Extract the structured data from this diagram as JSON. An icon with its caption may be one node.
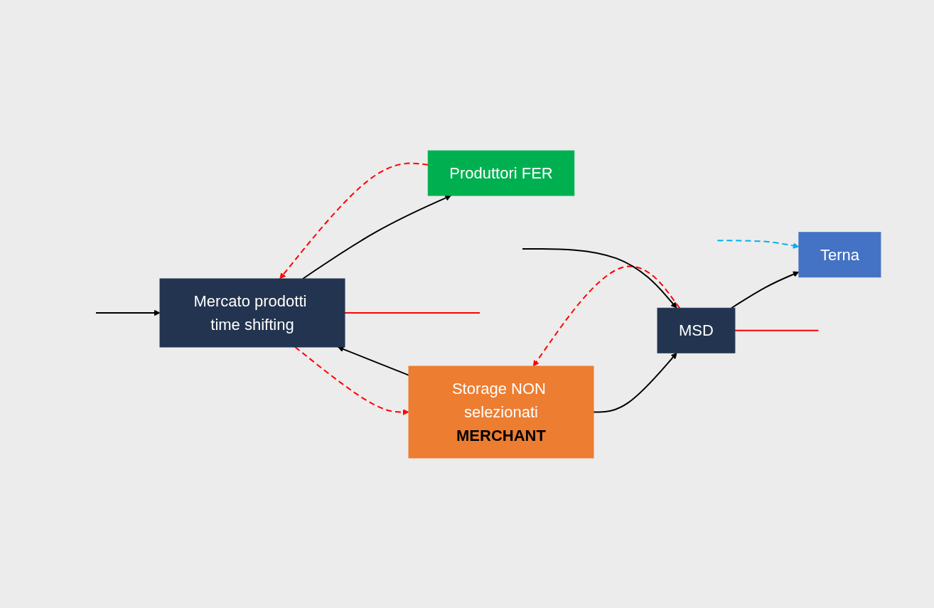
{
  "diagram": {
    "nodes": [
      {
        "text": [
          "Mercato prodotti time shifting"
        ]
      },
      {
        "text": [
          "Produttori FER"
        ]
      },
      {
        "text": [
          "MSD"
        ]
      },
      {
        "text": [
          "Terna"
        ]
      },
      {
        "text": [
          "Storage NON selezionati",
          "MERCHANT"
        ]
      }
    ],
    "edges": [
      {
        "from": 1,
        "to": 0,
        "arrow": "to",
        "style": "dashed",
        "color": "#ff0000"
      },
      {
        "from": 0,
        "to": 1,
        "arrow": "to"
      },
      {
        "from": 0,
        "to": 4,
        "arrow": "to",
        "style": "dashed",
        "color": "#ff0000"
      },
      {
        "from": 4,
        "to": 0,
        "arrow": "to"
      },
      {
        "from": 4,
        "to": 2,
        "arrow": "to"
      },
      {
        "from": 2,
        "to": 4,
        "arrow": "to",
        "style": "dashed",
        "color": "#ff0000"
      },
      {
        "from": 2,
        "to": 3,
        "arrow": "to"
      },
      {
        "from": null,
        "to": 0,
        "arrow": "to"
      },
      {
        "from": 0,
        "to": null,
        "arrow": "none",
        "color": "#ff0000"
      },
      {
        "from": null,
        "to": 2,
        "arrow": "to"
      },
      {
        "from": 2,
        "to": null,
        "arrow": "none",
        "color": "#ff0000"
      },
      {
        "from": null,
        "to": 3,
        "arrow": "to",
        "style": "dashed",
        "color": "#00b0f0"
      }
    ]
  }
}
